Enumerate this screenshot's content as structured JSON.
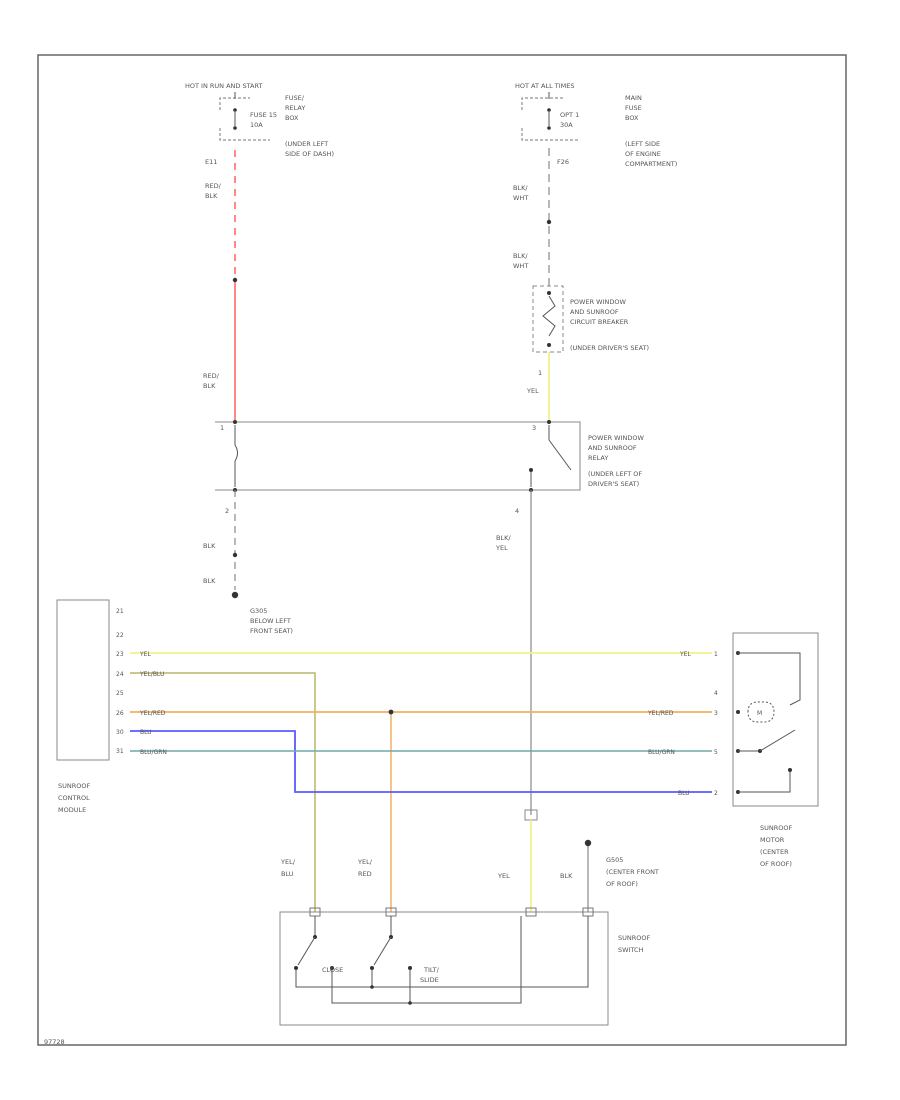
{
  "power_left": {
    "source": "HOT IN RUN AND START",
    "fuse_lines": [
      "FUSE/",
      "RELAY",
      "BOX"
    ],
    "fuse_name": "FUSE 15",
    "fuse_amps": "10A",
    "location_lines": [
      "(UNDER LEFT",
      "SIDE OF DASH)"
    ]
  },
  "power_right": {
    "source": "HOT AT ALL TIMES",
    "fuse_lines": [
      "MAIN",
      "FUSE",
      "BOX"
    ],
    "fuse_name": "OPT 1",
    "fuse_amps": "30A",
    "location_lines": [
      "(LEFT SIDE",
      "OF ENGINE",
      "COMPARTMENT)"
    ],
    "connector": "F26"
  },
  "circuit_breaker": {
    "lines": [
      "POWER WINDOW",
      "AND SUNROOF",
      "CIRCUIT BREAKER",
      "(UNDER DRIVER'S SEAT)"
    ]
  },
  "relay": {
    "lines": [
      "POWER WINDOW",
      "AND SUNROOF",
      "RELAY",
      "(UNDER LEFT OF",
      "DRIVER'S SEAT)"
    ],
    "pins": [
      "1",
      "3",
      "2",
      "4"
    ]
  },
  "ground_left": {
    "id": "G305",
    "lines": [
      "BELOW LEFT",
      "FRONT SEAT)"
    ]
  },
  "wires": {
    "left_power_1": "E11",
    "left_power_2": [
      "RED/",
      "BLK"
    ],
    "left_power_3": [
      "RED/",
      "BLK"
    ],
    "left_ground_1": "BLK",
    "left_ground_2": "BLK",
    "right_power_1": [
      "BLK/",
      "WHT"
    ],
    "right_power_2": [
      "BLK/",
      "WHT"
    ],
    "right_power_3": "YEL",
    "relay_out": [
      "BLK/",
      "YEL"
    ],
    "relay_pin_right": "1"
  },
  "control_module": {
    "lines": [
      "SUNROOF",
      "CONTROL",
      "MODULE"
    ],
    "pins": [
      "21",
      "22",
      "23",
      "24",
      "25",
      "26",
      "30",
      "31"
    ],
    "wire_labels": [
      "YEL",
      "YEL/BLU",
      "YEL/RED",
      "BLU",
      "BLU/GRN"
    ]
  },
  "motor": {
    "lines": [
      "SUNROOF",
      "MOTOR",
      "(CENTER",
      "OF ROOF)"
    ],
    "pins": [
      "1",
      "2",
      "3",
      "4",
      "5"
    ],
    "wire_labels": [
      "YEL",
      "YEL/RED",
      "BLU/GRN",
      "BLU"
    ]
  },
  "switch": {
    "lines": [
      "SUNROOF",
      "SWITCH"
    ],
    "label_close": "CLOSE",
    "label_tilt": [
      "TILT/",
      "SLIDE"
    ],
    "wire_labels": [
      [
        "YEL/",
        "BLU"
      ],
      [
        "YEL/",
        "RED"
      ],
      "YEL",
      "BLK"
    ]
  },
  "ground_right": {
    "id": "G505",
    "lines": [
      "(CENTER FRONT",
      "OF ROOF)"
    ]
  },
  "figure_code": "97728",
  "colors": {
    "red": "#ff6a6a",
    "yellow": "#f4f08a",
    "olive": "#b9b66a",
    "orange": "#f2b060",
    "blue": "#5a5aff",
    "teal": "#6fa8a8",
    "gray": "#888888"
  }
}
